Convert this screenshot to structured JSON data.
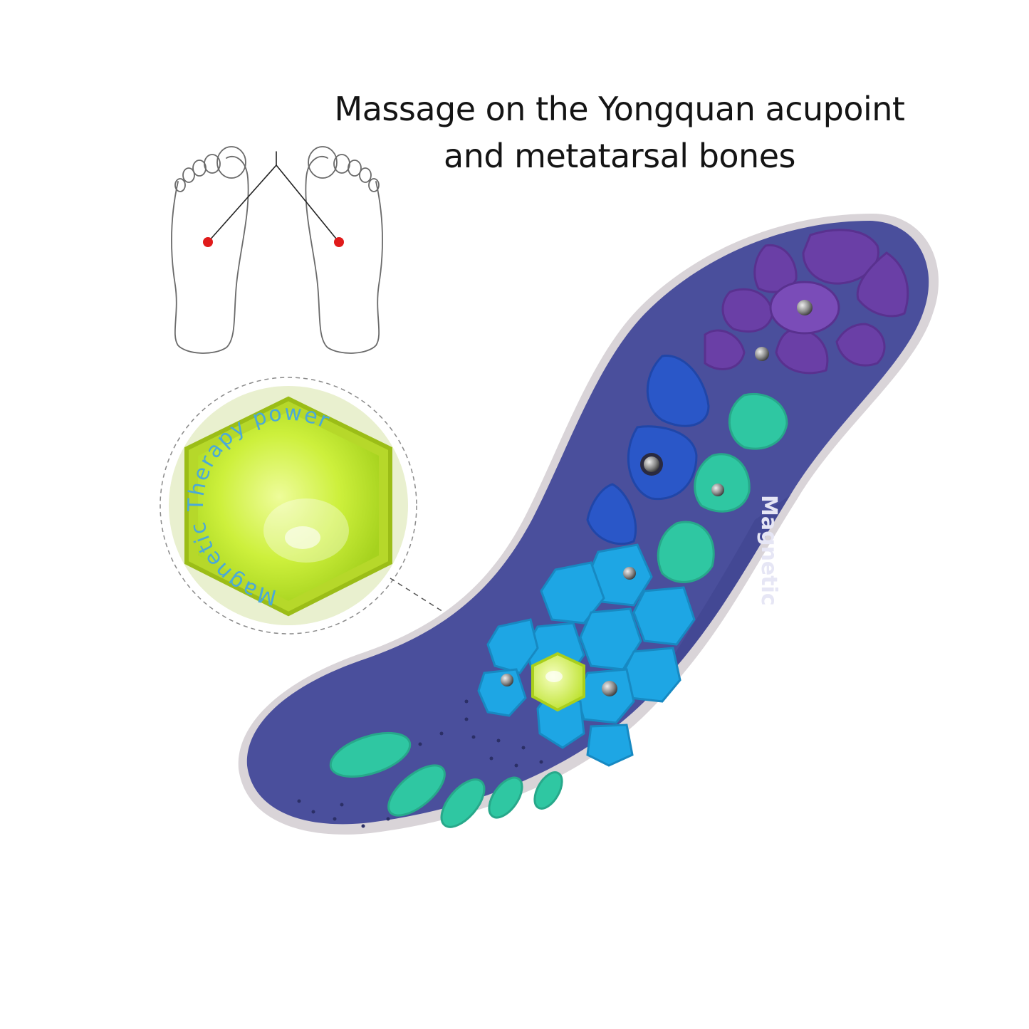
{
  "headline": {
    "line1": "Massage on the Yongquan acupoint",
    "line2": "and metatarsal bones"
  },
  "insole": {
    "side_text": "Magnetic"
  },
  "magnet_closeup": {
    "ring_text": "Magnetic Therapy power"
  },
  "colors": {
    "insole_base": "#4a4f9c",
    "heel_pad": "#6a3fa6",
    "arch_pad": "#2a57c8",
    "mint_pad": "#2fc7a2",
    "cyan_pad": "#1ea6e4",
    "magnet_lime": "#c6ea2f",
    "acupoint_red": "#e01b1b"
  },
  "icons": [
    "foot-outline-left",
    "foot-outline-right",
    "acupoint-dot",
    "magnet-stone"
  ]
}
